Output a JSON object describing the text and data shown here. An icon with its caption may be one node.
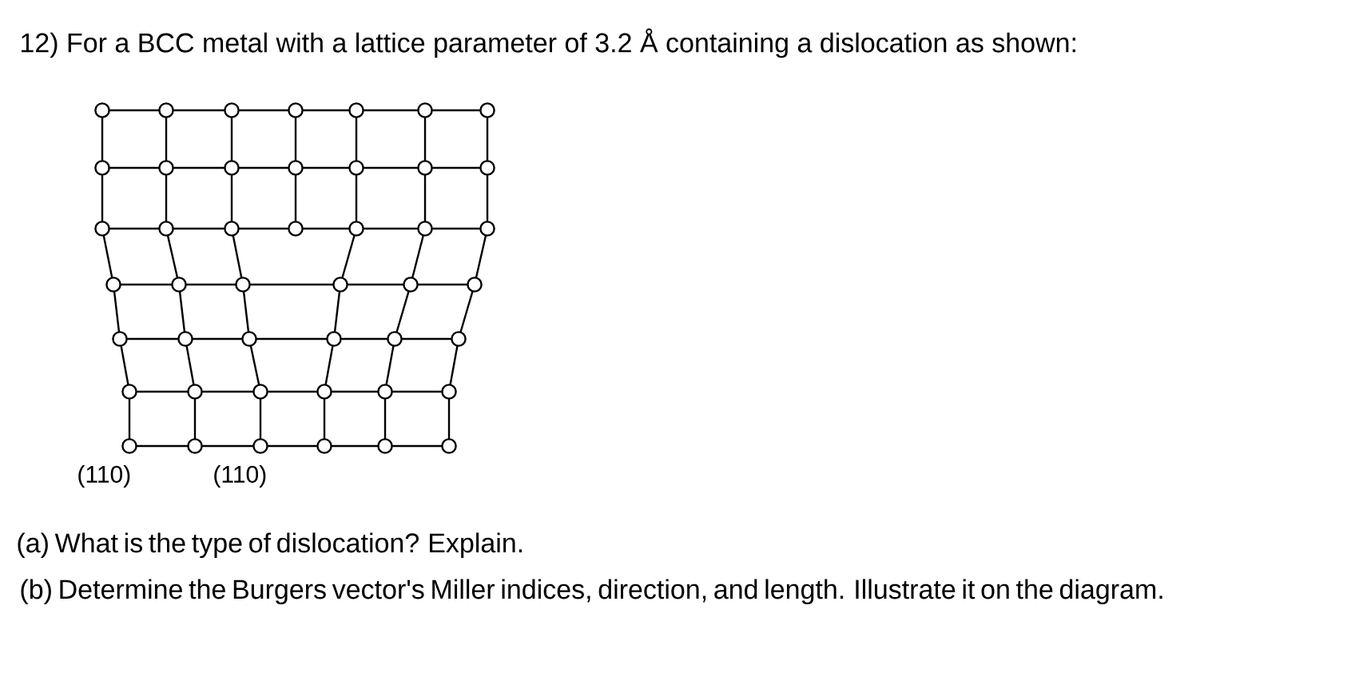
{
  "diagram": {
    "title": "12) For a BCC metal with a lattice parameter of 3.2 Å containing a dislocation as shown:",
    "labels": [
      "(110)",
      "(110)",
      "(a) What is the type of dislocation? Explain.",
      "(b) Determine the Burgers vector's Miller indices, direction, and length. Illustrate it on the diagram."
    ]
  }
}
